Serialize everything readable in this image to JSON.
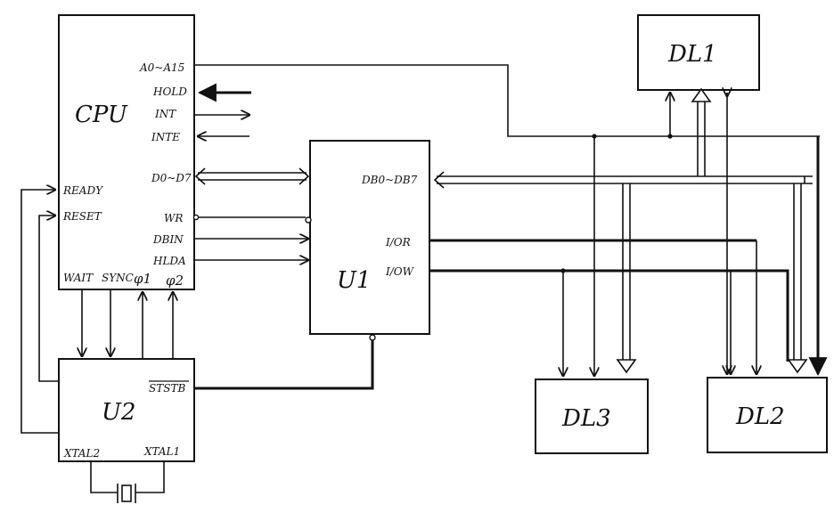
{
  "blocks": {
    "cpu": "CPU",
    "u1": "U1",
    "u2": "U2",
    "dl1": "DL1",
    "dl2": "DL2",
    "dl3": "DL3"
  },
  "cpu_pins": {
    "addr": "A0~A15",
    "hold": "HOLD",
    "int": "INT",
    "inte": "INTE",
    "data": "D0~D7",
    "ready": "READY",
    "reset": "RESET",
    "wr": "WR",
    "dbin": "DBIN",
    "hlda": "HLDA",
    "wait": "WAIT",
    "sync": "SYNC",
    "phi1": "φ1",
    "phi2": "φ2"
  },
  "u1_pins": {
    "db": "DB0~DB7",
    "ior": "I/OR",
    "iow": "I/OW"
  },
  "u2_pins": {
    "ststb": "STSTB",
    "xtal2": "XTAL2",
    "xtal1": "XTAL1"
  }
}
